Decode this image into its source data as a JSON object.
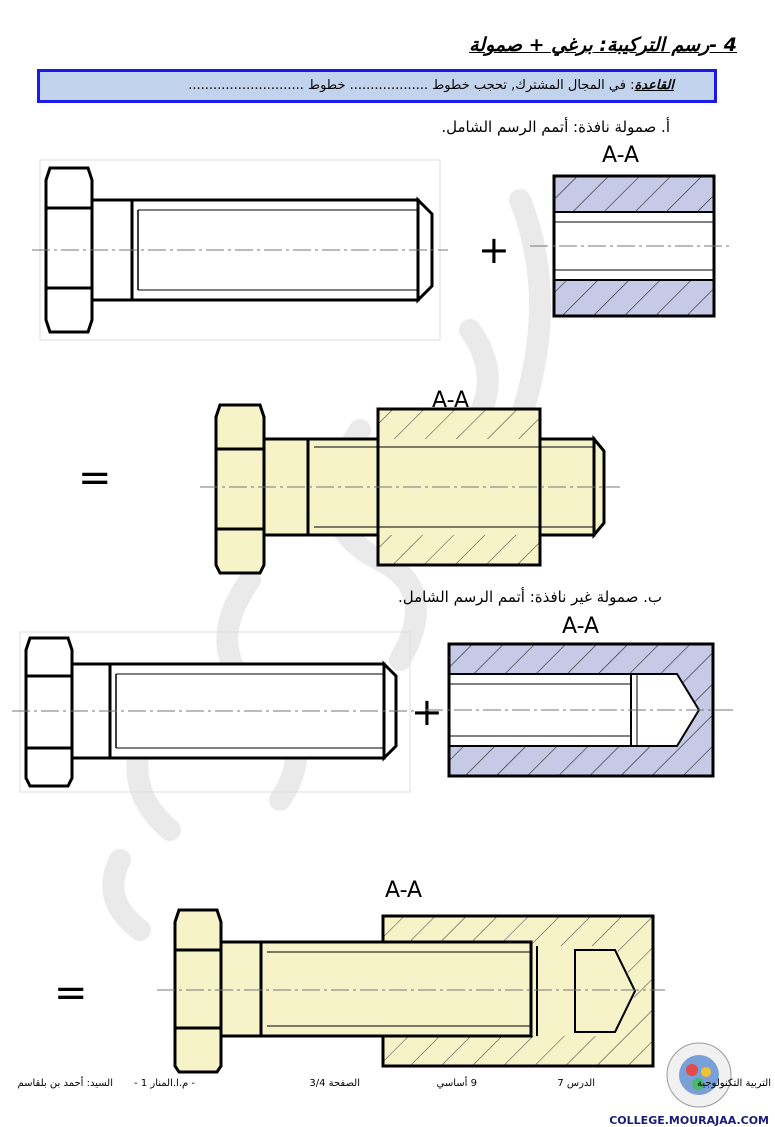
{
  "title": "4 -رسم التركيبة: برغي + صمولة",
  "rule": {
    "label": "القاعدة",
    "text": ": في المجال المشترك, تحجب خطوط ................... خطوط ............................"
  },
  "part_a": {
    "instruction": "أ.  صمولة نافذة: أتمم الرسم الشامل.",
    "section_label_nut": "A-A",
    "section_label_assembly": "A-A",
    "plus": "+",
    "equals": "="
  },
  "part_b": {
    "instruction": "ب. صمولة غير نافذة: أتمم الرسم الشامل.",
    "section_label_nut": "A-A",
    "section_label_assembly": "A-A",
    "plus": "+",
    "equals": "="
  },
  "footer": {
    "subject": "التربية التكنولوجية",
    "lesson": "الدرس 7",
    "level": "9 أساسي",
    "page": "الصفحة 3/4",
    "school": "- م.ا.المنار 1 -",
    "teacher": "السيد: أحمد بن بلقاسم"
  },
  "site": "COLLEGE.MOURAJAA.COM",
  "colors": {
    "rule_border": "#1a1ae6",
    "rule_bg": "#c2d3ee",
    "nut_fill": "#c7cae6",
    "assembly_fill": "#f7f3c9"
  }
}
